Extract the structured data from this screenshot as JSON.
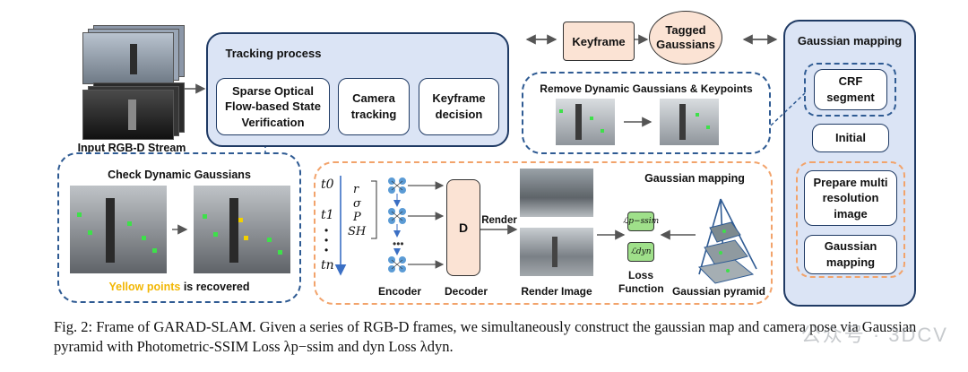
{
  "input": {
    "label": "Input RGB-D Stream"
  },
  "tracking": {
    "title": "Tracking process",
    "steps": [
      "Sparse Optical Flow-based State Verification",
      "Camera tracking",
      "Keyframe decision"
    ]
  },
  "keyframe": {
    "label": "Keyframe"
  },
  "tagged": {
    "label": "Tagged Gaussians"
  },
  "remove": {
    "title": "Remove Dynamic Gaussians & Keypoints"
  },
  "check": {
    "title": "Check Dynamic Gaussians",
    "recovered_highlight": "Yellow points",
    "recovered_rest": " is recovered"
  },
  "mapping_panel": {
    "title": "Gaussian mapping",
    "crf": "CRF segment",
    "initial": "Initial",
    "prepare": "Prepare multi resolution image",
    "gm": "Gaussian mapping"
  },
  "network": {
    "times": [
      "t0",
      "t1",
      "tn"
    ],
    "params": [
      "r",
      "σ",
      "P",
      "SH"
    ],
    "encoder": "Encoder",
    "decoder_letter": "D",
    "decoder": "Decoder",
    "render_arrow": "Render",
    "render_image": "Render Image",
    "gaussian_mapping": "Gaussian mapping",
    "loss_ssim": "ℒp−ssim",
    "loss_dyn": "ℒdyn",
    "loss_function": "Loss Function",
    "pyramid": "Gaussian pyramid"
  },
  "caption": {
    "text": "Fig. 2: Frame of GARAD-SLAM. Given a series of RGB-D frames, we simultaneously construct the gaussian map and camera pose via Gaussian pyramid with Photometric-SSIM Loss λp−ssim and dyn Loss λdyn."
  },
  "watermark": "公众号 · 3DCV",
  "colors": {
    "panel": "#dbe4f5",
    "border": "#1f3a64",
    "dash_blue": "#2f5b93",
    "dash_orange": "#f2a36b",
    "peach": "#fbe3d4",
    "green": "#9fe08a",
    "yellow_text": "#f2b705"
  }
}
